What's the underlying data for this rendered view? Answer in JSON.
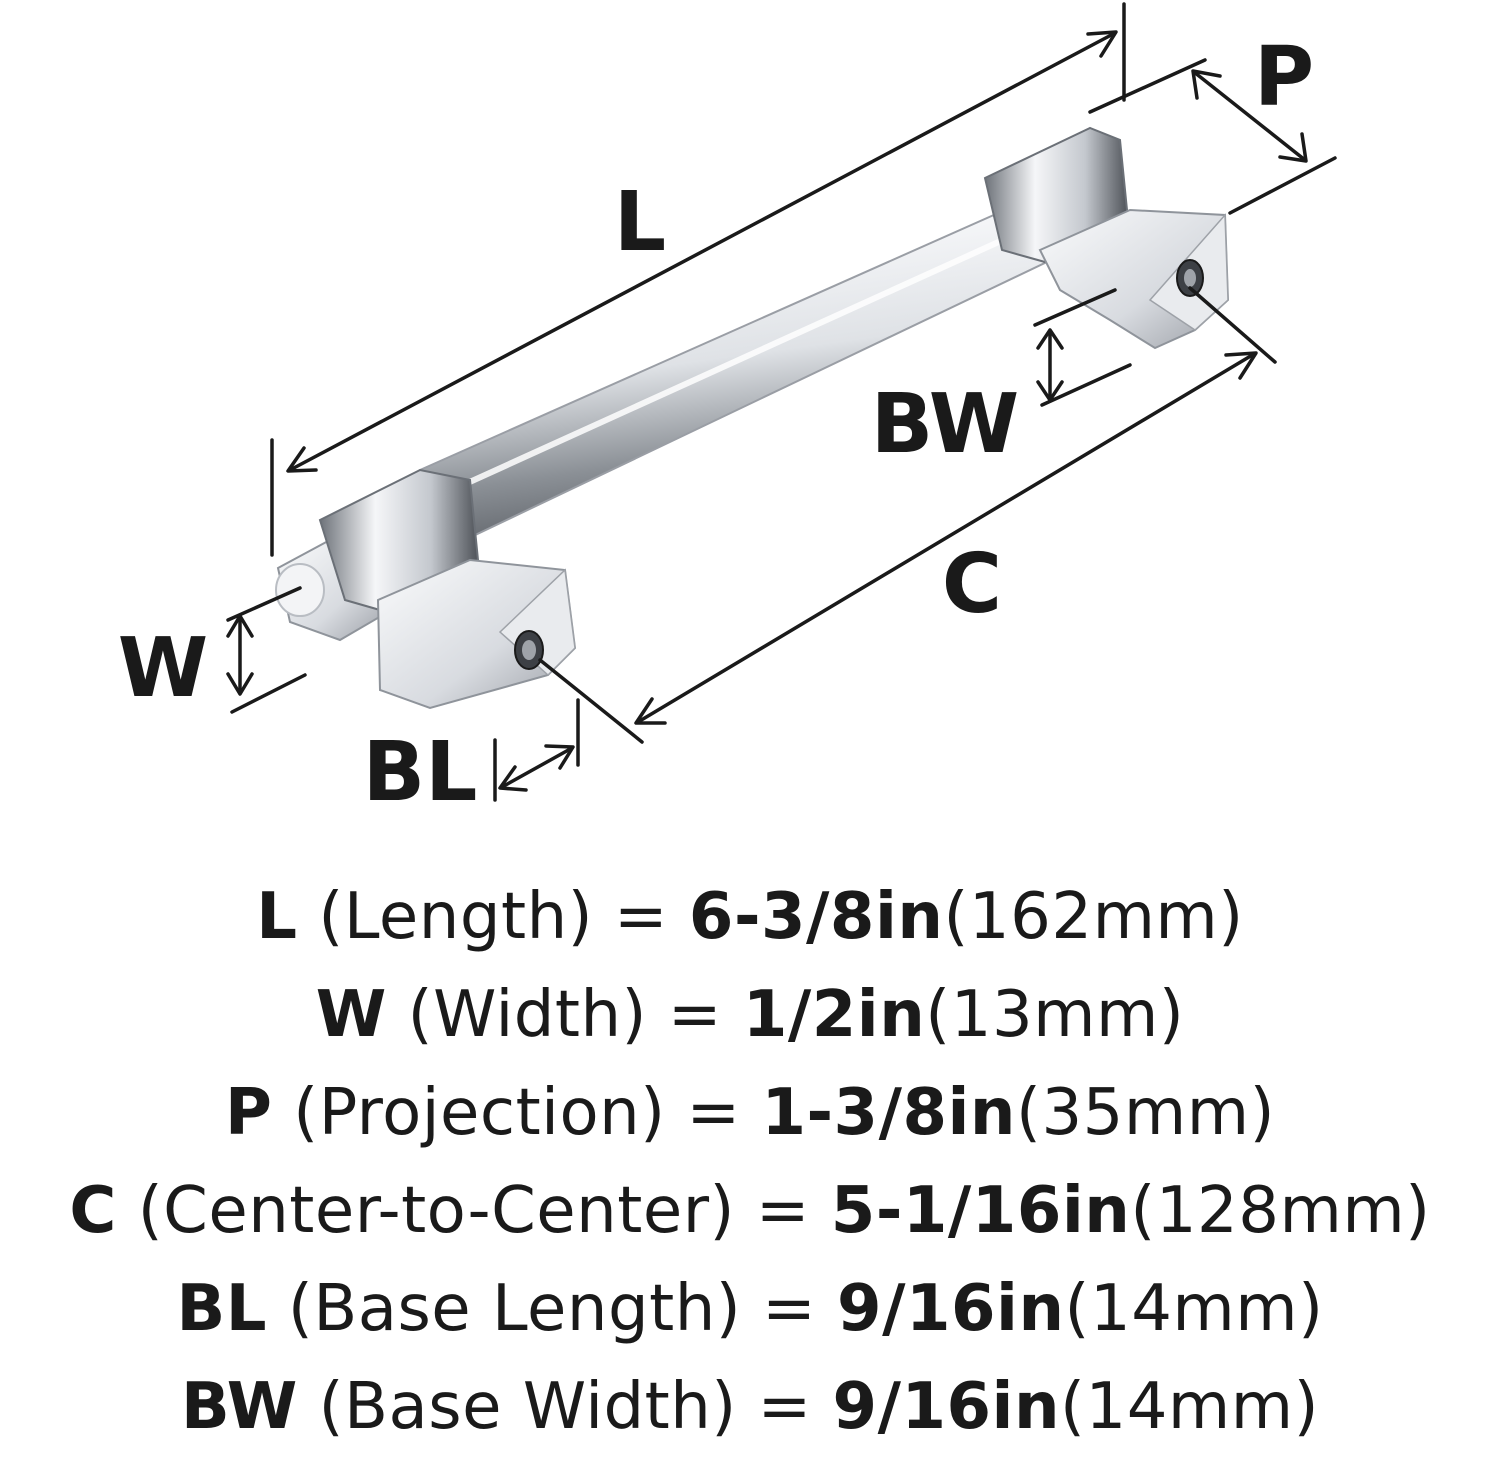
{
  "diagram": {
    "labels": {
      "L": "L",
      "P": "P",
      "BW": "BW",
      "C": "C",
      "W": "W",
      "BL": "BL"
    },
    "colors": {
      "ink": "#1a1a1a",
      "chrome_light": "#f4f5f7",
      "chrome_mid": "#c9ccd2",
      "chrome_dark": "#55595f"
    }
  },
  "specs": [
    {
      "key": "L",
      "name": "(Length)",
      "eq": "=",
      "imperial": "6-3/8in",
      "metric": "(162mm)"
    },
    {
      "key": "W",
      "name": "(Width)",
      "eq": "=",
      "imperial": "1/2in",
      "metric": "(13mm)"
    },
    {
      "key": "P",
      "name": "(Projection)",
      "eq": "=",
      "imperial": "1-3/8in",
      "metric": "(35mm)"
    },
    {
      "key": "C",
      "name": "(Center-to-Center)",
      "eq": "=",
      "imperial": "5-1/16in",
      "metric": "(128mm)"
    },
    {
      "key": "BL",
      "name": "(Base Length)",
      "eq": "=",
      "imperial": "9/16in",
      "metric": "(14mm)"
    },
    {
      "key": "BW",
      "name": "(Base Width)",
      "eq": "=",
      "imperial": "9/16in",
      "metric": "(14mm)"
    }
  ]
}
